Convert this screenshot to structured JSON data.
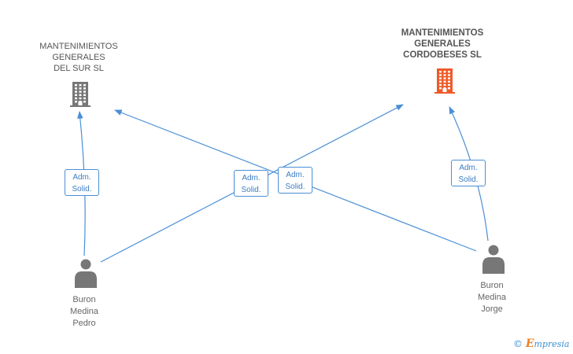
{
  "colors": {
    "edge": "#4a8fd6",
    "company_default": "#777777",
    "company_highlight": "#f05a28",
    "person": "#777777"
  },
  "companies": [
    {
      "id": "c1",
      "icon": "building-icon",
      "name_lines": [
        "MANTENIMIENTOS",
        "GENERALES",
        "DEL SUR SL"
      ],
      "highlight": false
    },
    {
      "id": "c2",
      "icon": "building-icon",
      "name_lines": [
        "MANTENIMIENTOS",
        "GENERALES",
        "CORDOBESES SL"
      ],
      "highlight": true
    }
  ],
  "persons": [
    {
      "id": "p1",
      "icon": "person-icon",
      "name_lines": [
        "Buron",
        "Medina",
        "Pedro"
      ]
    },
    {
      "id": "p2",
      "icon": "person-icon",
      "name_lines": [
        "Buron",
        "Medina",
        "Jorge"
      ]
    }
  ],
  "relations": [
    {
      "from": "p1",
      "to": "c1",
      "label_lines": [
        "Adm.",
        "Solid."
      ]
    },
    {
      "from": "p1",
      "to": "c2",
      "label_lines": [
        "Adm.",
        "Solid."
      ]
    },
    {
      "from": "p2",
      "to": "c1",
      "label_lines": [
        "Adm.",
        "Solid."
      ]
    },
    {
      "from": "p2",
      "to": "c2",
      "label_lines": [
        "Adm.",
        "Solid."
      ]
    }
  ],
  "footer": {
    "copyright_symbol": "©",
    "brand_initial": "E",
    "brand_rest": "mpresia"
  }
}
